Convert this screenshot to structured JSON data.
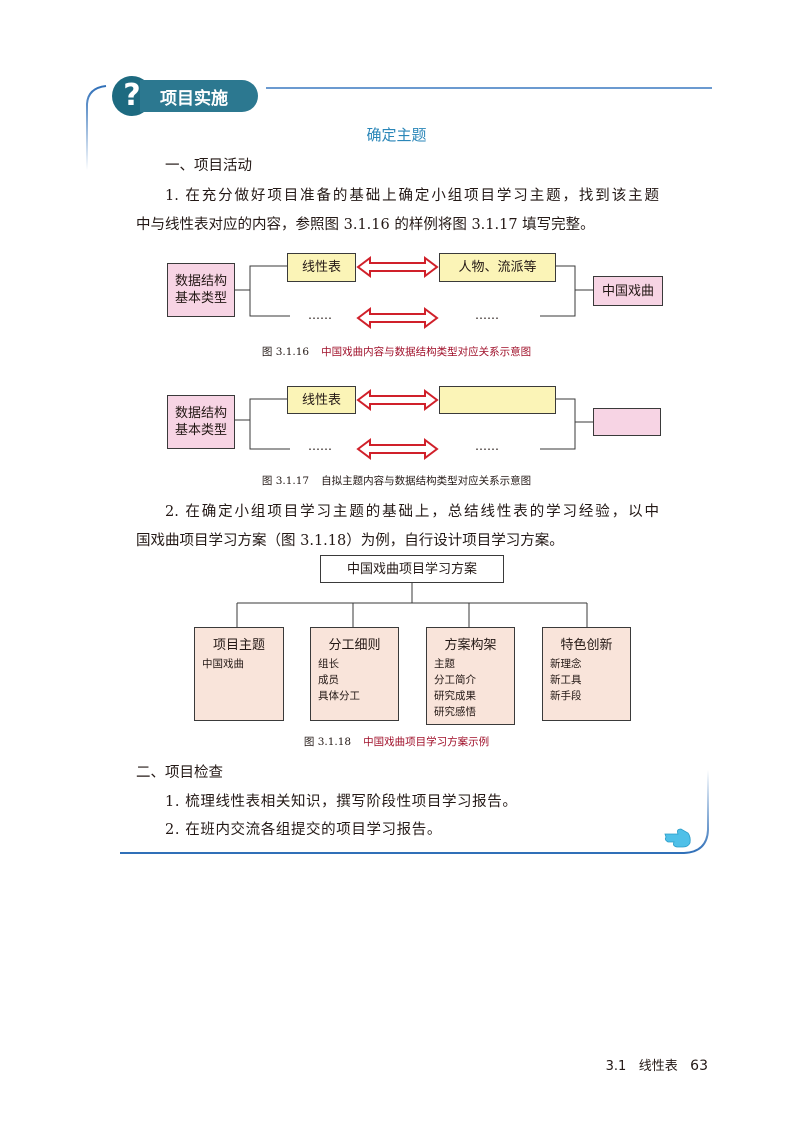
{
  "header": {
    "badge_icon": "question-icon",
    "badge_label": "项目实施"
  },
  "title": "确定主题",
  "section1": {
    "heading": "一、项目活动",
    "para1": [
      "1. 在充分做好项目准备的基础上确定小组项目学习主题，找到该主题",
      "中与线性表对应的内容，参照图 3.1.16 的样例将图 3.1.17 填写完整。"
    ],
    "para2": [
      "2. 在确定小组项目学习主题的基础上，总结线性表的学习经验，以中",
      "国戏曲项目学习方案（图 3.1.18）为例，自行设计项目学习方案。"
    ]
  },
  "fig16": {
    "left": [
      "数据结构",
      "基本类型"
    ],
    "mid": "线性表",
    "right_mid": "人物、流派等",
    "right": "中国戏曲",
    "dots": "……",
    "caption_no": "图 3.1.16",
    "caption": "中国戏曲内容与数据结构类型对应关系示意图"
  },
  "fig17": {
    "left": [
      "数据结构",
      "基本类型"
    ],
    "mid": "线性表",
    "right_mid": "",
    "right": "",
    "dots": "……",
    "caption_no": "图 3.1.17",
    "caption": "自拟主题内容与数据结构类型对应关系示意图"
  },
  "fig18": {
    "root": "中国戏曲项目学习方案",
    "children": [
      {
        "title": "项目主题",
        "items": [
          "中国戏曲"
        ]
      },
      {
        "title": "分工细则",
        "items": [
          "组长",
          "成员",
          "具体分工"
        ]
      },
      {
        "title": "方案构架",
        "items": [
          "主题",
          "分工简介",
          "研究成果",
          "研究感悟"
        ]
      },
      {
        "title": "特色创新",
        "items": [
          "新理念",
          "新工具",
          "新手段"
        ]
      }
    ],
    "caption_no": "图 3.1.18",
    "caption": "中国戏曲项目学习方案示例"
  },
  "section2": {
    "heading": "二、项目检查",
    "items": [
      "1. 梳理线性表相关知识，撰写阶段性项目学习报告。",
      "2. 在班内交流各组提交的项目学习报告。"
    ]
  },
  "footer": {
    "section": "3.1",
    "chapter": "线性表",
    "page": "63"
  },
  "colors": {
    "accent": "#2c7890",
    "title": "#2a86b8",
    "pink": "#f7d4e4",
    "yellow": "#fbf4b7",
    "peach": "#f9e4da",
    "arrow": "#d0202a"
  }
}
